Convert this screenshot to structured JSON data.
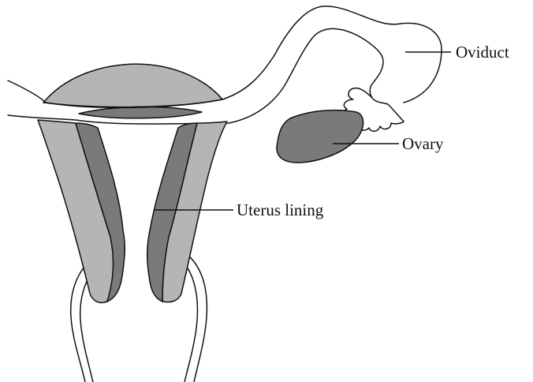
{
  "labels": {
    "oviduct": "Oviduct",
    "ovary": "Ovary",
    "uterus_lining": "Uterus lining"
  },
  "colors": {
    "outer_wall": "#b5b5b5",
    "lining": "#7a7a7a",
    "ovary": "#7a7a7a",
    "outline": "#111111",
    "background": "#ffffff"
  }
}
